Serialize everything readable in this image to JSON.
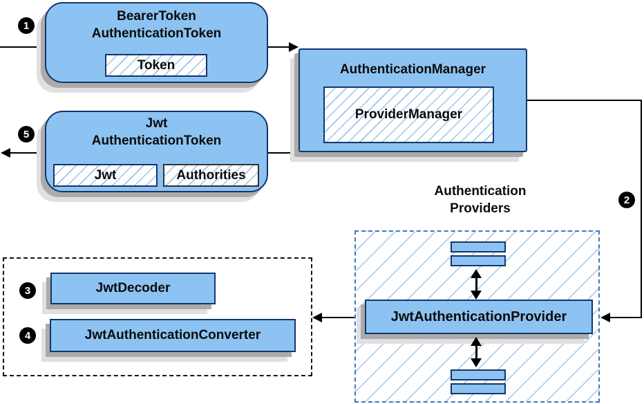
{
  "nodes": {
    "bearer_token": {
      "title_line1": "BearerToken",
      "title_line2": "AuthenticationToken",
      "chip": "Token"
    },
    "auth_manager": {
      "title": "AuthenticationManager",
      "chip": "ProviderManager"
    },
    "jwt_token": {
      "title_line1": "Jwt",
      "title_line2": "AuthenticationToken",
      "chip_jwt": "Jwt",
      "chip_authorities": "Authorities"
    },
    "providers_group": {
      "label_line1": "Authentication",
      "label_line2": "Providers"
    },
    "jwt_provider": {
      "title": "JwtAuthenticationProvider"
    },
    "jwt_decoder": {
      "title": "JwtDecoder"
    },
    "jwt_converter": {
      "title": "JwtAuthenticationConverter"
    }
  },
  "steps": {
    "s1": "1",
    "s2": "2",
    "s3": "3",
    "s4": "4",
    "s5": "5"
  },
  "colors": {
    "node_fill": "#8DC3F2",
    "node_border": "#14356B",
    "hatch": "#9CC4EC",
    "dashed_blue": "#3D79BE",
    "shadow_dark": "#ABABAB",
    "shadow_light": "#E0E0E0",
    "text": "#0B0B0B",
    "line": "#000000"
  }
}
